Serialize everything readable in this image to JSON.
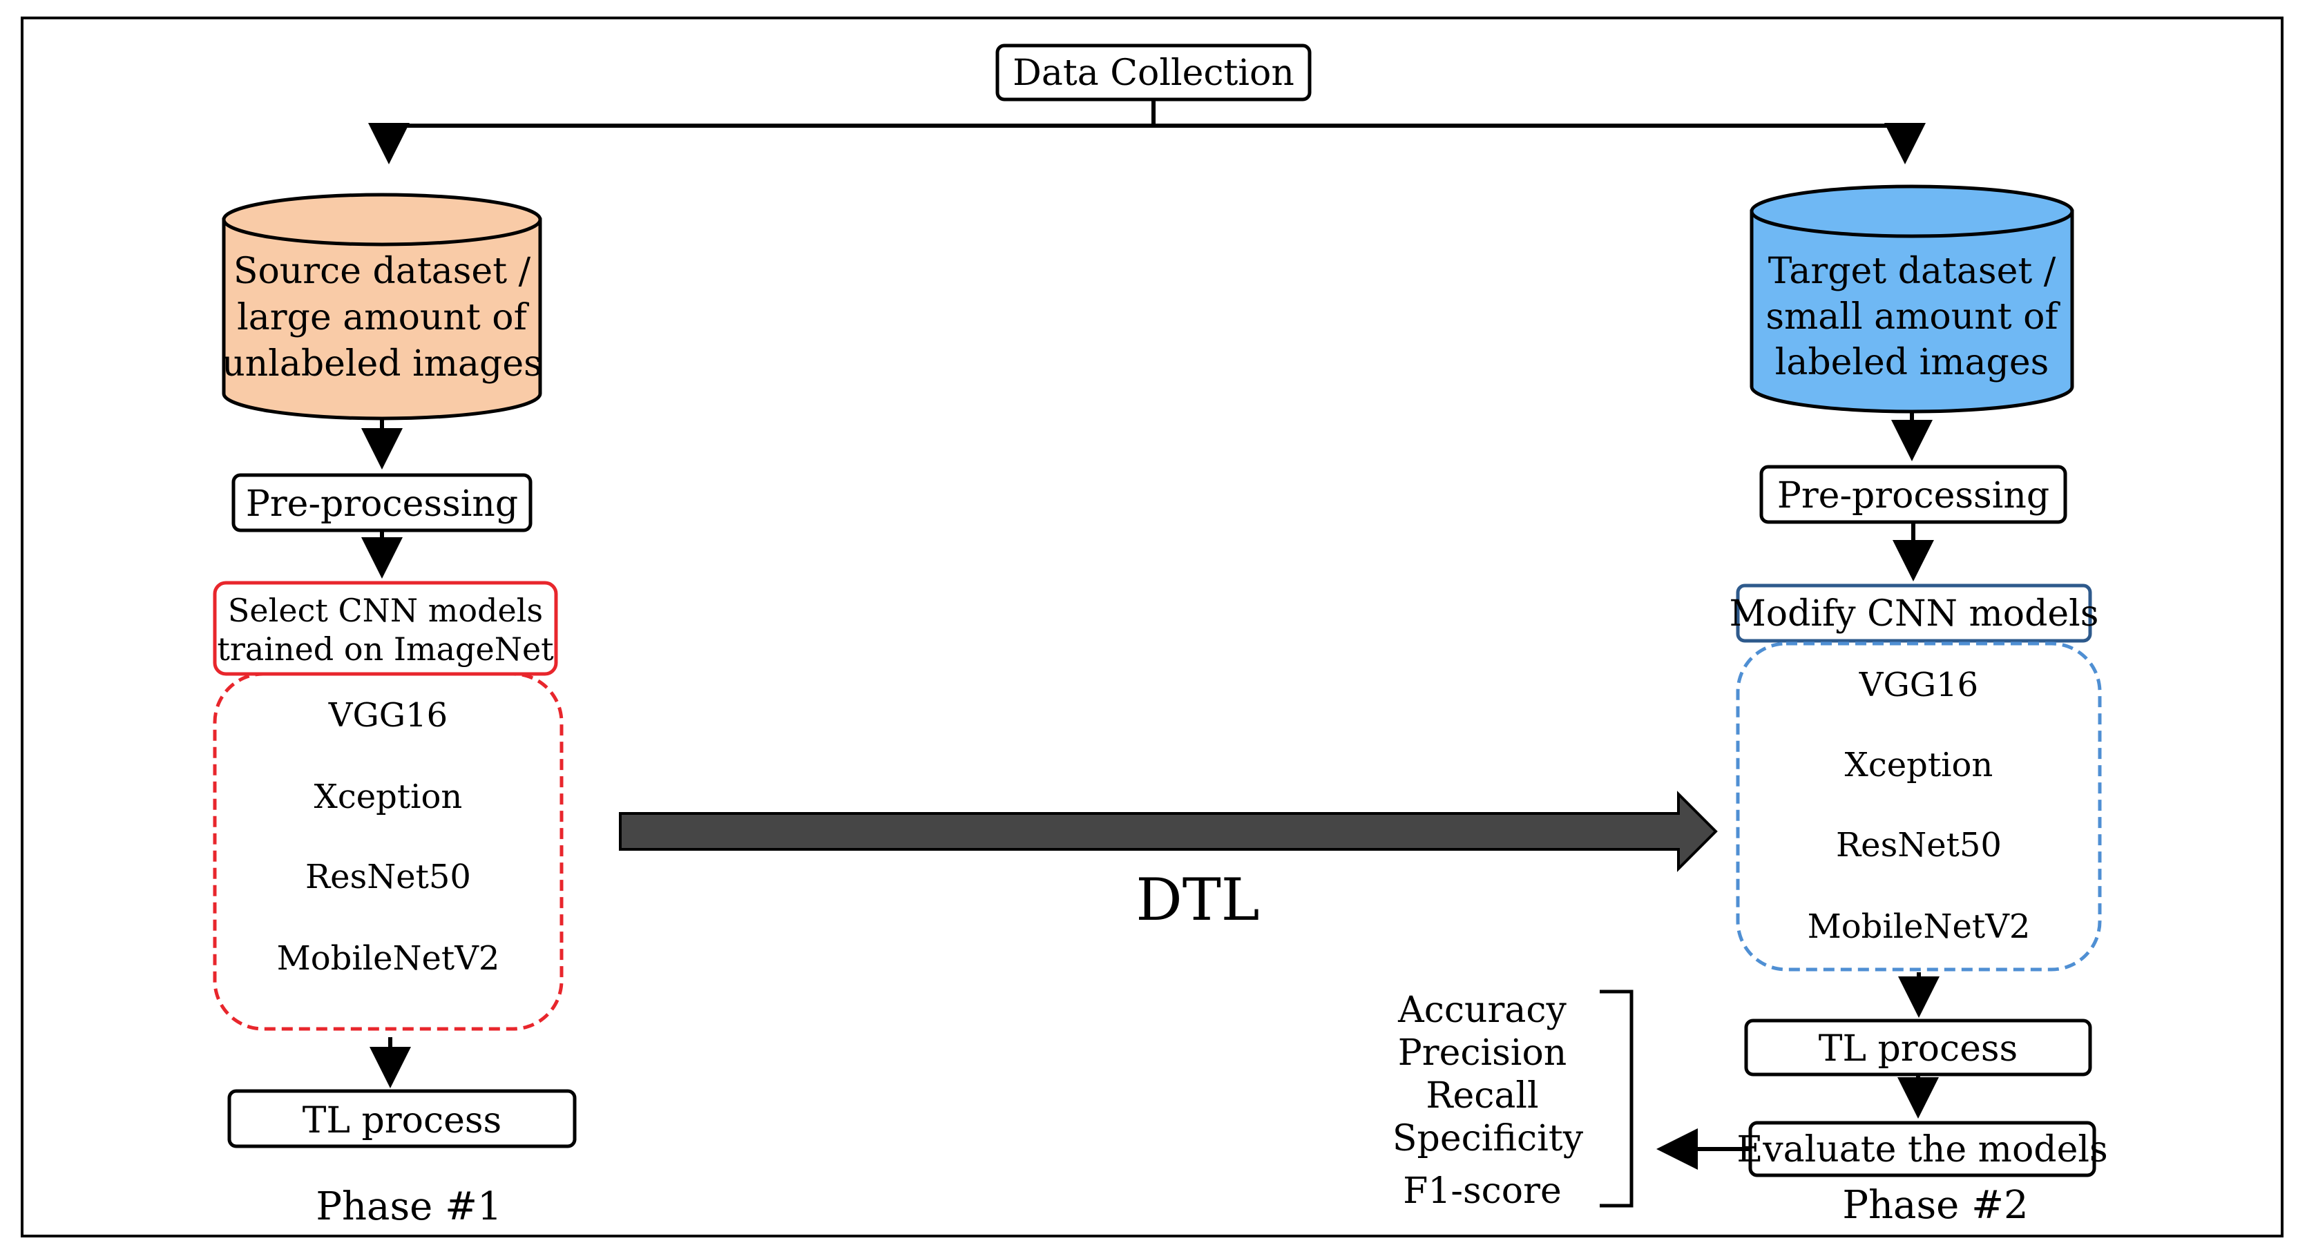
{
  "top": {
    "data_collection": "Data Collection"
  },
  "left": {
    "source_dataset": [
      "Source dataset /",
      "large amount of",
      "unlabeled images"
    ],
    "preprocessing": "Pre-processing",
    "select_models": [
      "Select CNN models",
      "trained on ImageNet"
    ],
    "models": [
      "VGG16",
      "Xception",
      "ResNet50",
      "MobileNetV2"
    ],
    "tl_process": "TL process",
    "phase": "Phase #1"
  },
  "right": {
    "target_dataset": [
      "Target dataset /",
      "small amount of",
      "labeled images"
    ],
    "preprocessing": "Pre-processing",
    "modify_models": "Modify CNN models",
    "models": [
      "VGG16",
      "Xception",
      "ResNet50",
      "MobileNetV2"
    ],
    "tl_process": "TL process",
    "evaluate": "Evaluate the models",
    "phase": "Phase #2"
  },
  "transfer": {
    "label": "DTL"
  },
  "metrics": [
    "Accuracy",
    "Precision",
    "Recall",
    "Specificity",
    "F1-score"
  ],
  "colors": {
    "source_fill": "#f9cba7",
    "target_fill": "#6fb8f4",
    "select_border": "#e8262c",
    "left_models_border": "#e8262c",
    "modify_border": "#2e5a8c",
    "right_models_border": "#4f8fd3",
    "dtl_arrow": "#464646",
    "phase1": "#8b4a12",
    "phase2": "#23416e"
  }
}
